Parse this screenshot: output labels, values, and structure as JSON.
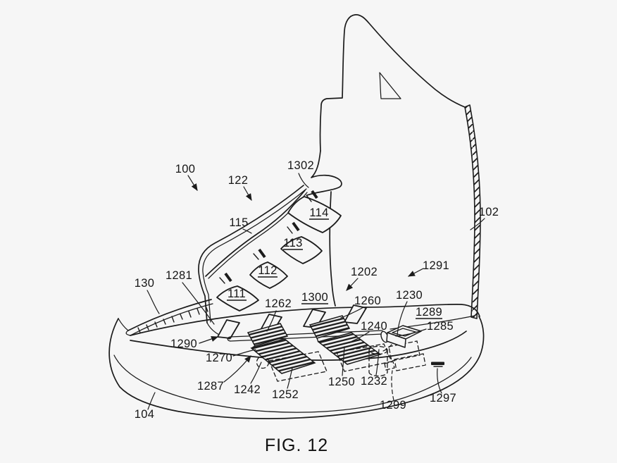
{
  "figure": {
    "caption": "FIG. 12",
    "description": "Patent line drawing of an automatic-lacing high-top shoe, side perspective view",
    "labels": {
      "n100": "100",
      "n102": "102",
      "n104": "104",
      "n111": "111",
      "n112": "112",
      "n113": "113",
      "n114": "114",
      "n115": "115",
      "n122": "122",
      "n130": "130",
      "n1202": "1202",
      "n1230": "1230",
      "n1232": "1232",
      "n1240": "1240",
      "n1242": "1242",
      "n1250": "1250",
      "n1252": "1252",
      "n1260": "1260",
      "n1262": "1262",
      "n1270": "1270",
      "n1281": "1281",
      "n1285": "1285",
      "n1287": "1287",
      "n1289": "1289",
      "n1290": "1290",
      "n1291": "1291",
      "n1297": "1297",
      "n1299": "1299",
      "n1300": "1300",
      "n1302": "1302"
    }
  },
  "colors": {
    "ink": "#1b1b1b",
    "background": "#f6f6f6"
  }
}
